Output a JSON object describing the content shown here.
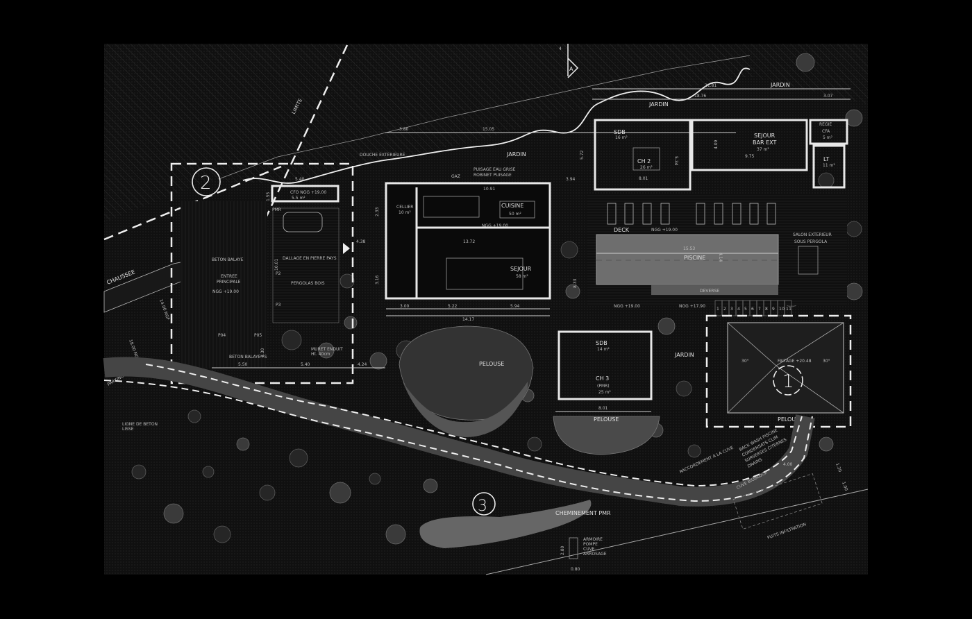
{
  "zones": {
    "zone_1": "1",
    "zone_2": "2",
    "zone_3": "3",
    "section_marker": "A",
    "section_number": "4"
  },
  "site": {
    "limite": "LIMITE",
    "douche": "DOUCHE EXTERIEURE",
    "puisage_1": "PUISAGE EAU GRISE",
    "puisage_2": "ROBINET PUISAGE",
    "gaz": "GAZ",
    "jardin": "JARDIN",
    "deck": "DECK",
    "piscine": "PISCINE",
    "deverse": "DEVERSE",
    "salon_1": "SALON EXTERIEUR",
    "salon_2": "SOUS PERGOLA",
    "pelouse": "PELOUSE",
    "fatage": "FAITAGE +20.48",
    "angle": "30°",
    "beton_balaye": "BETON BALAYE",
    "dallage": "DALLAGE EN PIERRE PAYS",
    "entree_1": "ENTREE",
    "entree_2": "PRINCIPALE",
    "pergolas": "PERGOLAS BOIS",
    "p2": "P2",
    "p3": "P3",
    "p04": "P04",
    "p05": "P05",
    "pmr_parking": "PMR",
    "beton_balaye_pmr": "BETON BALAYE+S",
    "muret_1": "MURET ENDUIT",
    "muret_2": "Ht. 40cm",
    "parking": "PARKING",
    "ligne_1": "LIGNE DE BETON",
    "ligne_2": "LISSE",
    "chaussee": "CHAUSSEE",
    "cheminement": "CHEMINEMENT PMR",
    "armoire": [
      "ARMOIRE",
      "POMPE",
      "CUVE",
      "ARROSAGE"
    ],
    "raccordement": "RACCORDEMENT A LA CUVE",
    "backwash": [
      "BACK WASH PISCINE",
      "CONDENSATS CLIM",
      "SURVERSES CITERNES",
      "DRAINS"
    ],
    "cuve_bioblock": "CUVE BIOBLOCK",
    "puits": "PUITS INFILTRATION",
    "slope_1": "18.00 NGF",
    "slope_2": "14.00 NGF"
  },
  "levels": {
    "ngg_1900": "NGG +19.00",
    "ngg_1790": "NGG +17.90",
    "cfo": "CFO NGG +19.00"
  },
  "rooms": {
    "cellier": {
      "name": "CELLIER",
      "area": "10 m²"
    },
    "cuisine": {
      "name": "CUISINE",
      "area": "50 m²"
    },
    "sejour": {
      "name": "SEJOUR",
      "area": "58 m²"
    },
    "cfo": {
      "name": "CFO",
      "area": "5.5 m²"
    },
    "sdb2": {
      "name": "SDB",
      "area": "16 m²"
    },
    "ch2": {
      "name": "CH 2",
      "area": "26 m²"
    },
    "sejour_bar": {
      "name": "SEJOUR",
      "name2": "BAR EXT",
      "area": "37 m²"
    },
    "regie": {
      "name": "REGIE",
      "name2": "CFA",
      "area": "5 m²"
    },
    "lt": {
      "name": "LT",
      "area": "11 m²"
    },
    "sdb3": {
      "name": "SDB",
      "area": "14 m²"
    },
    "ch3": {
      "name": "CH 3",
      "name2": "(PMR)",
      "area": "25 m²"
    }
  },
  "dimensions": {
    "d_3_80": "3.80",
    "d_15_05": "15.05",
    "d_21_81": "21.81",
    "d_18_76": "18.76",
    "d_3_07": "3.07",
    "d_10_91": "10.91",
    "d_13_72": "13.72",
    "d_3_00": "3.00",
    "d_5_22": "5.22",
    "d_5_94": "5.94",
    "d_14_17": "14.17",
    "d_8_01a": "8.01",
    "d_8_01b": "8.01",
    "d_9_75": "9.75",
    "d_4_09": "4.09",
    "d_5_34": "5.34",
    "d_15_53": "15.53",
    "d_4_14": "4.14",
    "d_3_94": "3.94",
    "d_5_72": "5.72",
    "d_10_01": "10.01",
    "d_5_50": "5.50",
    "d_5_40a": "5.40",
    "d_5_40b": "5.40",
    "d_4_24": "4.24",
    "d_4_38": "4.38",
    "d_4_00": "4.00",
    "d_2_80": "2.80",
    "d_0_80": "0.80",
    "d_1_20": "1.20",
    "d_1_00": "1.00",
    "d_1_55": "1.55",
    "d_3_30": "3.30",
    "d_2_33": "2.33",
    "d_3_16": "3.16",
    "d_8_33": "8.33"
  },
  "stairs": [
    "1",
    "2",
    "3",
    "4",
    "5",
    "6",
    "7",
    "8",
    "9",
    "10",
    "11"
  ],
  "colors": {
    "background": "#000000",
    "plan": "#0e0e0e",
    "pool": "#6e6e6e",
    "path": "#4a4a4a",
    "line": "#e8e8e8"
  }
}
